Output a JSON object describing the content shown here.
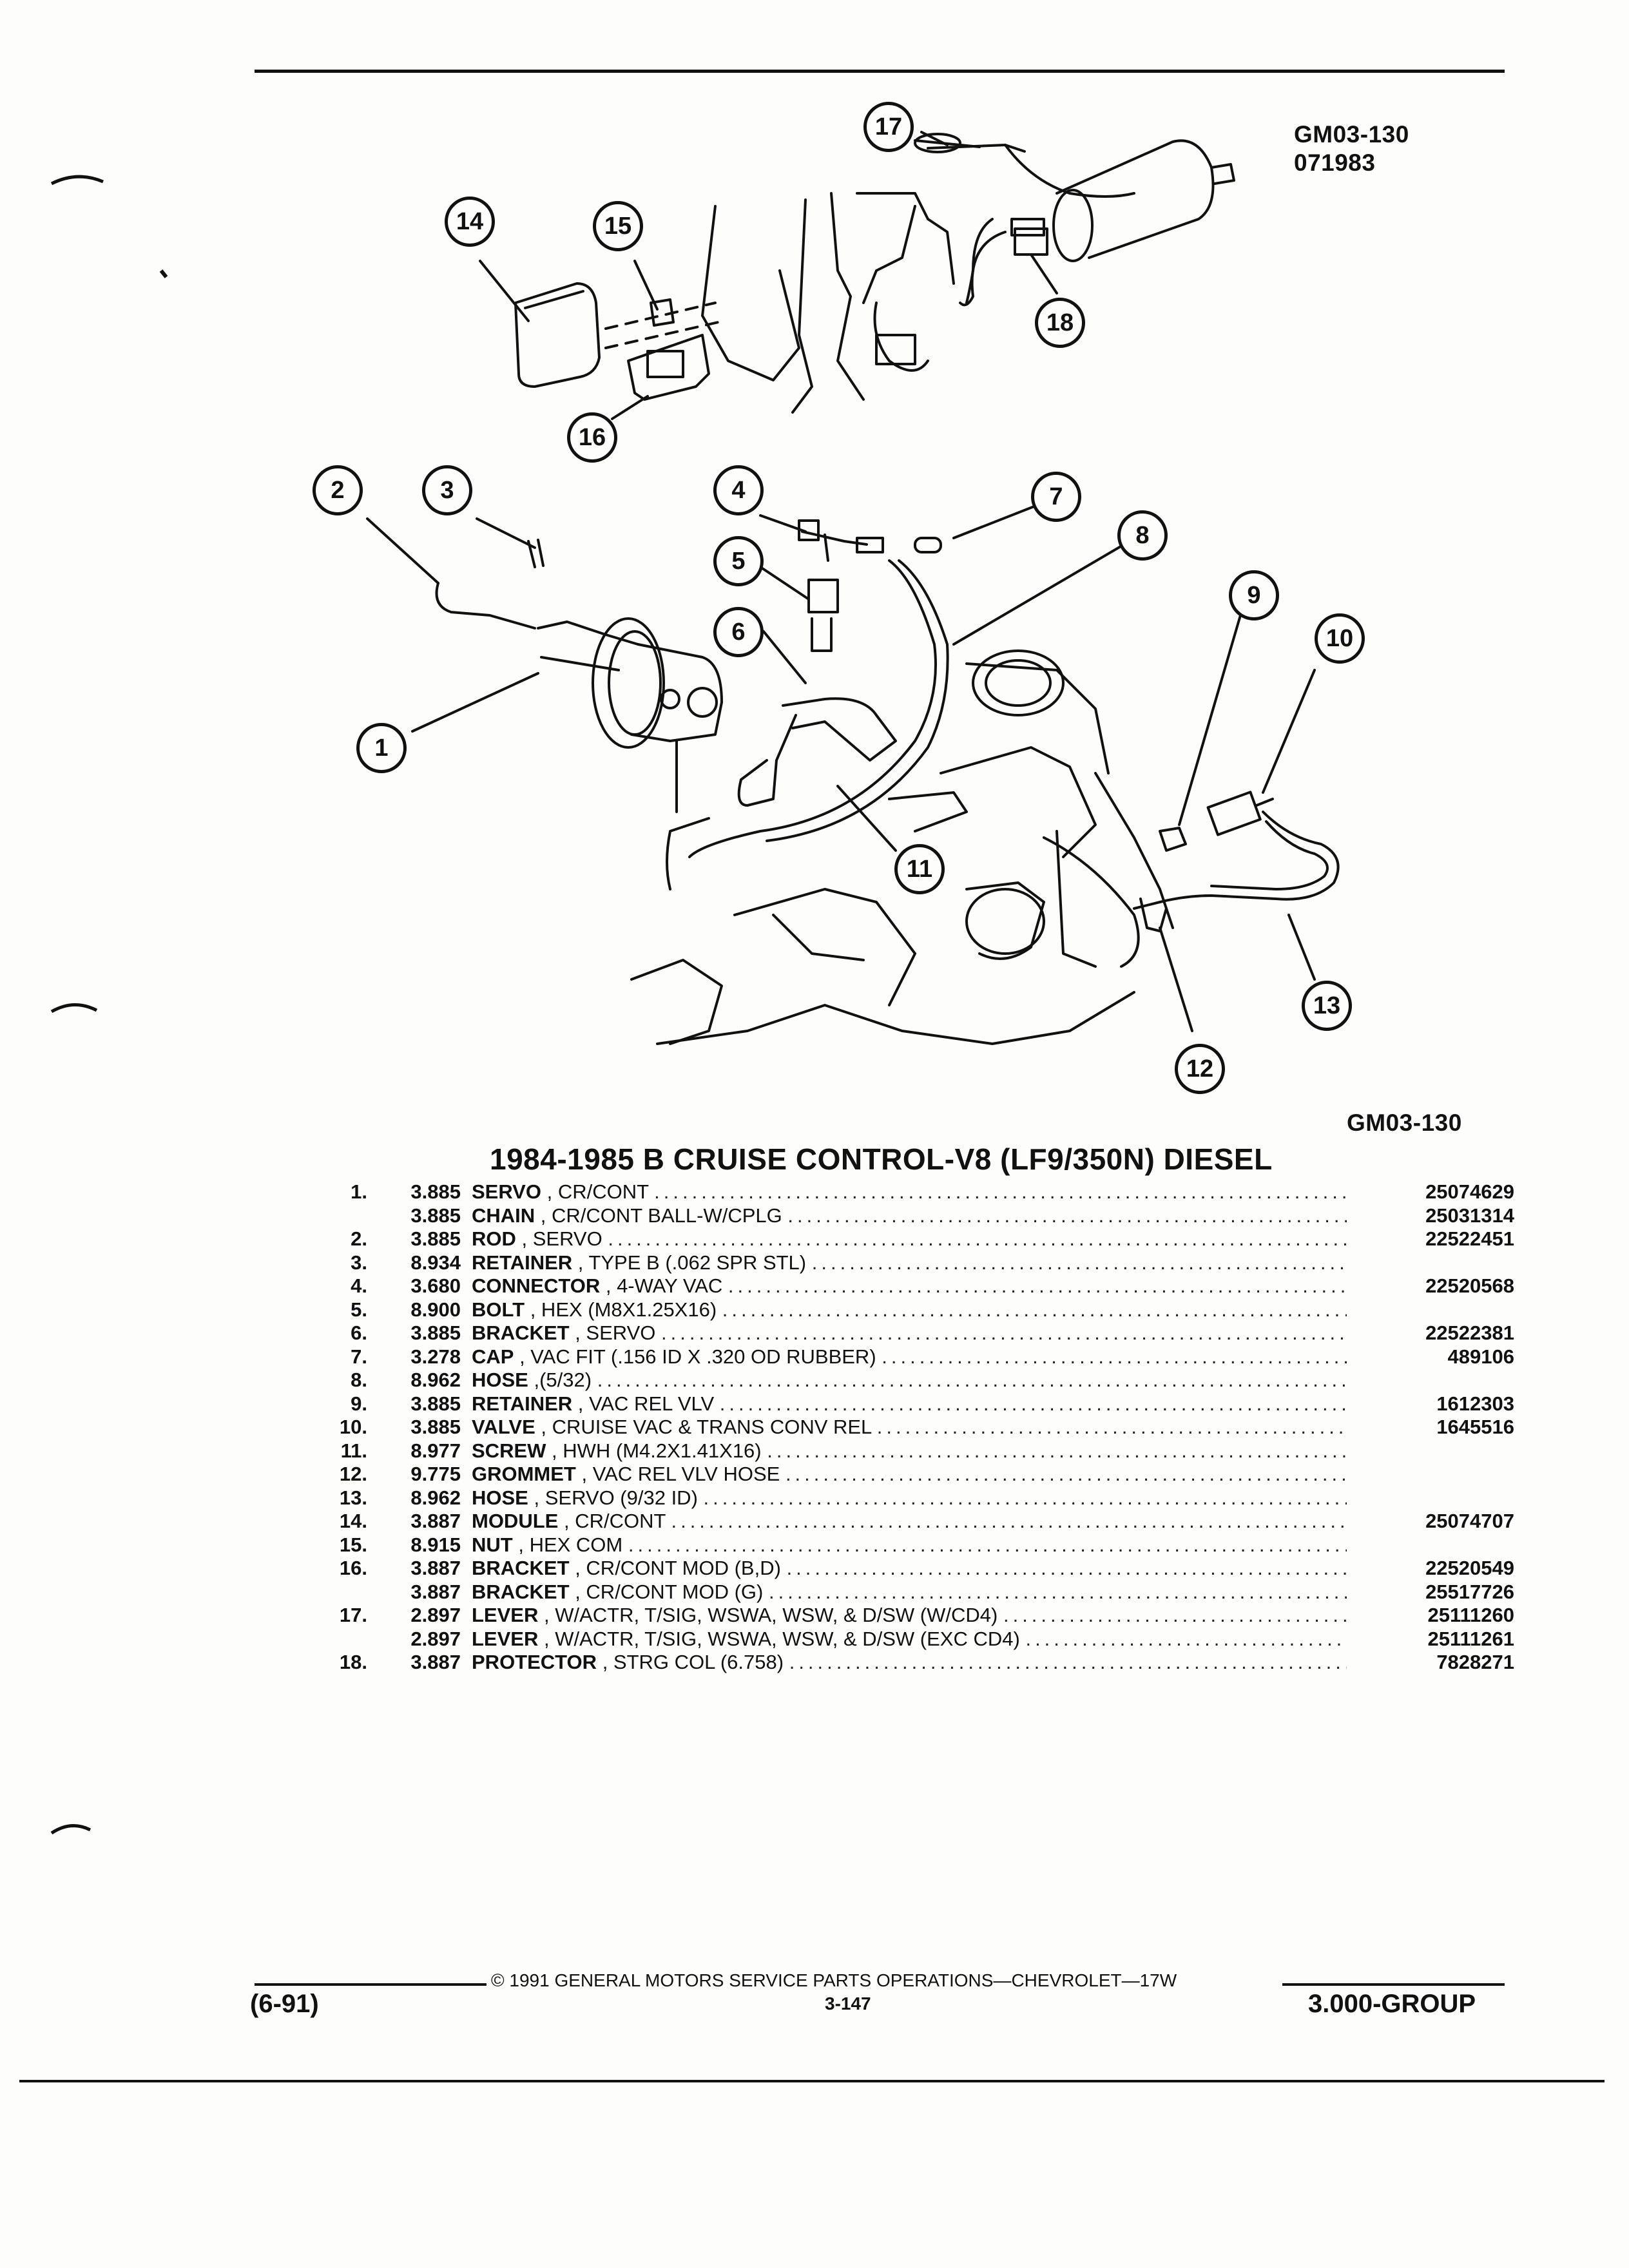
{
  "diagram": {
    "code_top": "GM03-130",
    "date_code": "071983",
    "code_bottom": "GM03-130",
    "callouts": [
      "1",
      "2",
      "3",
      "4",
      "5",
      "6",
      "7",
      "8",
      "9",
      "10",
      "11",
      "12",
      "13",
      "14",
      "15",
      "16",
      "17",
      "18"
    ]
  },
  "title": "1984-1985 B CRUISE CONTROL-V8 (LF9/350N) DIESEL",
  "parts": [
    {
      "item": "1.",
      "group": "3.885",
      "name": "SERVO",
      "desc": ", CR/CONT",
      "part": "25074629"
    },
    {
      "item": "",
      "group": "3.885",
      "name": "CHAIN",
      "desc": ", CR/CONT BALL-W/CPLG",
      "part": "25031314"
    },
    {
      "item": "2.",
      "group": "3.885",
      "name": "ROD",
      "desc": ", SERVO",
      "part": "22522451"
    },
    {
      "item": "3.",
      "group": "8.934",
      "name": "RETAINER",
      "desc": ", TYPE B (.062 SPR STL)",
      "part": ""
    },
    {
      "item": "4.",
      "group": "3.680",
      "name": "CONNECTOR",
      "desc": ", 4-WAY VAC",
      "part": "22520568"
    },
    {
      "item": "5.",
      "group": "8.900",
      "name": "BOLT",
      "desc": ", HEX (M8X1.25X16)",
      "part": ""
    },
    {
      "item": "6.",
      "group": "3.885",
      "name": "BRACKET",
      "desc": ", SERVO",
      "part": "22522381"
    },
    {
      "item": "7.",
      "group": "3.278",
      "name": "CAP",
      "desc": ", VAC FIT (.156 ID X .320 OD RUBBER)",
      "part": "489106"
    },
    {
      "item": "8.",
      "group": "8.962",
      "name": "HOSE",
      "desc": ",(5/32)",
      "part": ""
    },
    {
      "item": "9.",
      "group": "3.885",
      "name": "RETAINER",
      "desc": ", VAC REL VLV",
      "part": "1612303"
    },
    {
      "item": "10.",
      "group": "3.885",
      "name": "VALVE",
      "desc": ", CRUISE VAC & TRANS CONV REL",
      "part": "1645516"
    },
    {
      "item": "11.",
      "group": "8.977",
      "name": "SCREW",
      "desc": ", HWH (M4.2X1.41X16)",
      "part": ""
    },
    {
      "item": "12.",
      "group": "9.775",
      "name": "GROMMET",
      "desc": ", VAC REL VLV HOSE",
      "part": ""
    },
    {
      "item": "13.",
      "group": "8.962",
      "name": "HOSE",
      "desc": ", SERVO (9/32 ID)",
      "part": ""
    },
    {
      "item": "14.",
      "group": "3.887",
      "name": "MODULE",
      "desc": ", CR/CONT",
      "part": "25074707"
    },
    {
      "item": "15.",
      "group": "8.915",
      "name": "NUT",
      "desc": ", HEX COM",
      "part": ""
    },
    {
      "item": "16.",
      "group": "3.887",
      "name": "BRACKET",
      "desc": ", CR/CONT MOD (B,D)",
      "part": "22520549"
    },
    {
      "item": "",
      "group": "3.887",
      "name": "BRACKET",
      "desc": ", CR/CONT MOD (G)",
      "part": "25517726"
    },
    {
      "item": "17.",
      "group": "2.897",
      "name": "LEVER",
      "desc": ", W/ACTR, T/SIG, WSWA, WSW, & D/SW (W/CD4)",
      "part": "25111260"
    },
    {
      "item": "",
      "group": "2.897",
      "name": "LEVER",
      "desc": ", W/ACTR, T/SIG, WSWA, WSW, & D/SW (EXC CD4)",
      "part": "25111261"
    },
    {
      "item": "18.",
      "group": "3.887",
      "name": "PROTECTOR",
      "desc": ", STRG COL (6.758)",
      "part": "7828271"
    }
  ],
  "footer": {
    "copyright": "© 1991 GENERAL MOTORS SERVICE PARTS OPERATIONS—CHEVROLET—17W",
    "date": "(6-91)",
    "page": "3-147",
    "group": "3.000-GROUP"
  }
}
